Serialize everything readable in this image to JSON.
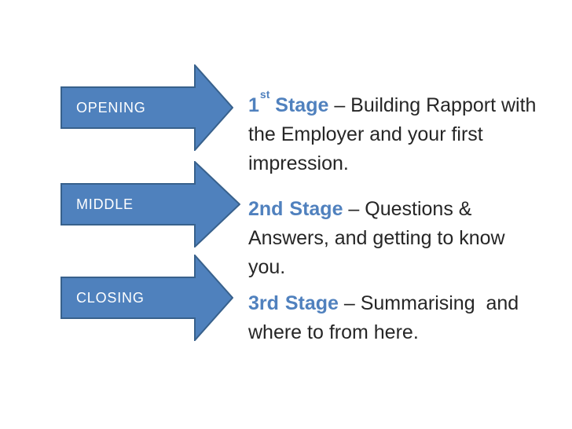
{
  "slide": {
    "type": "presentation-slide-diagram"
  },
  "colors": {
    "background": "#FFFFFF",
    "arrow_fill": "#4F81BD",
    "arrow_border": "#38618C",
    "arrow_label": "#FFFFFF",
    "stage_heading": "#5081BE",
    "body_text": "#262626"
  },
  "stages": [
    {
      "label": "OPENING",
      "heading": {
        "num": "1",
        "sup": "st",
        "word": " Stage"
      },
      "description": "1st Stage – Building Rapport with the Employer and your first impression.",
      "body_lines": {
        "0": " – Building Rapport with",
        "1": "the Employer and your first",
        "2": "impression."
      }
    },
    {
      "label": "MIDDLE",
      "heading": {
        "num": "2nd",
        "sup": "",
        "word": " Stage"
      },
      "description": "2nd Stage – Questions & Answers, and getting to know you.",
      "body_lines": {
        "0": " – Questions &",
        "1": "Answers, and getting to know",
        "2": "you."
      }
    },
    {
      "label": "CLOSING",
      "heading": {
        "num": "3rd",
        "sup": "",
        "word": " Stage"
      },
      "description": "3rd Stage – Summarising and where to from here.",
      "body_lines": {
        "0": " – Summarising  and",
        "1": "where to from here.",
        "2": ""
      }
    }
  ]
}
